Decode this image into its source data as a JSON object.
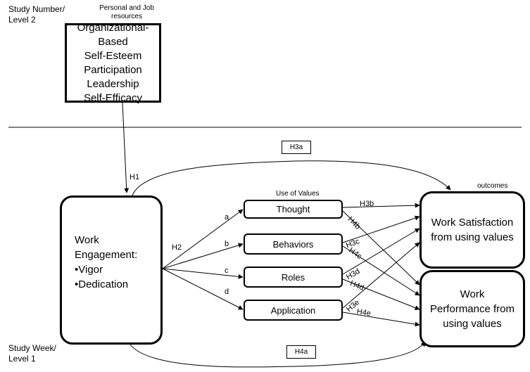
{
  "levels": {
    "top": [
      "Study Number/",
      "Level 2"
    ],
    "bottom": [
      "Study Week/",
      "Level 1"
    ]
  },
  "personal_job_resources": [
    "Personal  and Job",
    "resources"
  ],
  "resources_box": [
    "Organizational-Based",
    "Self-Esteem",
    "Participation",
    "Leadership",
    "Self-Efficacy"
  ],
  "work_engagement": {
    "title": [
      "Work",
      "Engagement:"
    ],
    "items": [
      "•Vigor",
      "•Dedication"
    ]
  },
  "use_of_values_label": "Use of Values",
  "mediators": [
    "Thought",
    "Behaviors",
    "Roles",
    "Application"
  ],
  "path_letters": [
    "a",
    "b",
    "c",
    "d"
  ],
  "outcomes_label": "outcomes",
  "outcomes": {
    "satisfaction": [
      "Work Satisfaction",
      "from using values"
    ],
    "performance": [
      "Work",
      "Performance from",
      "using values"
    ]
  },
  "hypotheses": {
    "h1": "H1",
    "h2": "H2",
    "h3a": "H3a",
    "h4a": "H4a",
    "h3b": "H3b",
    "h4b": "H4b",
    "h3c": "H3c",
    "h4c": "H4c",
    "h3d": "H3d",
    "h4d": "H4d",
    "h3e": "H3e",
    "h4e": "H4e"
  }
}
